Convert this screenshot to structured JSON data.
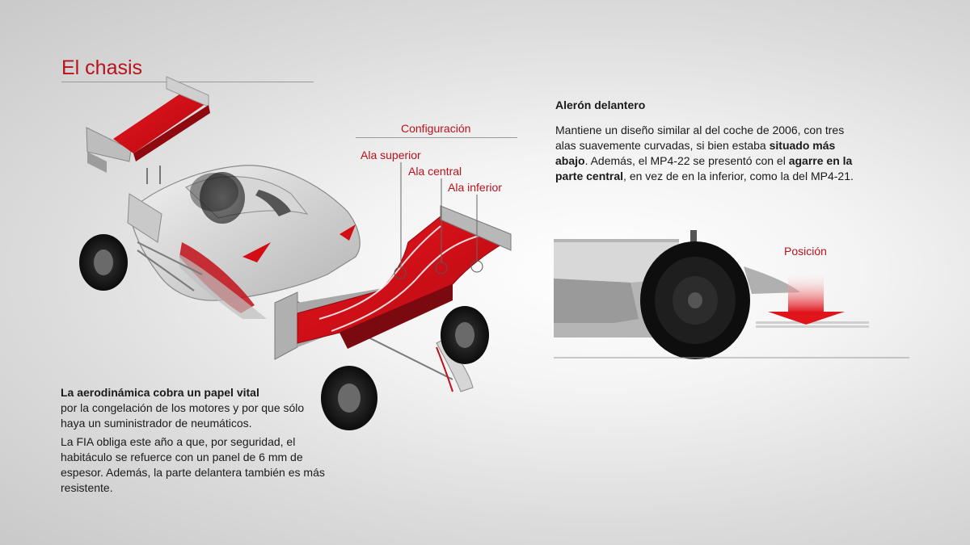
{
  "header": {
    "title": "El chasis"
  },
  "diagram": {
    "config_title": "Configuración",
    "wing_labels": [
      "Ala superior",
      "Ala central",
      "Ala inferior"
    ],
    "position_label": "Posición"
  },
  "front_wing": {
    "heading": "Alerón delantero",
    "text_1": "Mantiene un diseño similar al del coche de 2006, con tres alas suavemente curvadas, si bien estaba ",
    "bold_1": "situado más abajo",
    "text_2": ". Además, el MP4-22 se presentó con el ",
    "bold_2": "agarre en la parte central",
    "text_3": ", en vez de en la inferior, como la del MP4-21."
  },
  "aero": {
    "lead_bold": "La aerodinámica cobra un papel vital",
    "lead_rest": "por la congelación de los motores y por que sólo haya un suministrador de neumáticos.",
    "paragraph_2": "La FIA obliga este año a que, por seguridad, el habitáculo se refuerce con un panel de 6 mm de espesor. Además, la parte delantera también es más resistente."
  },
  "colors": {
    "accent": "#b8121b",
    "wing_red": "#d40c14",
    "body_grey": "#c8c8c8",
    "text": "#1a1a1a"
  }
}
